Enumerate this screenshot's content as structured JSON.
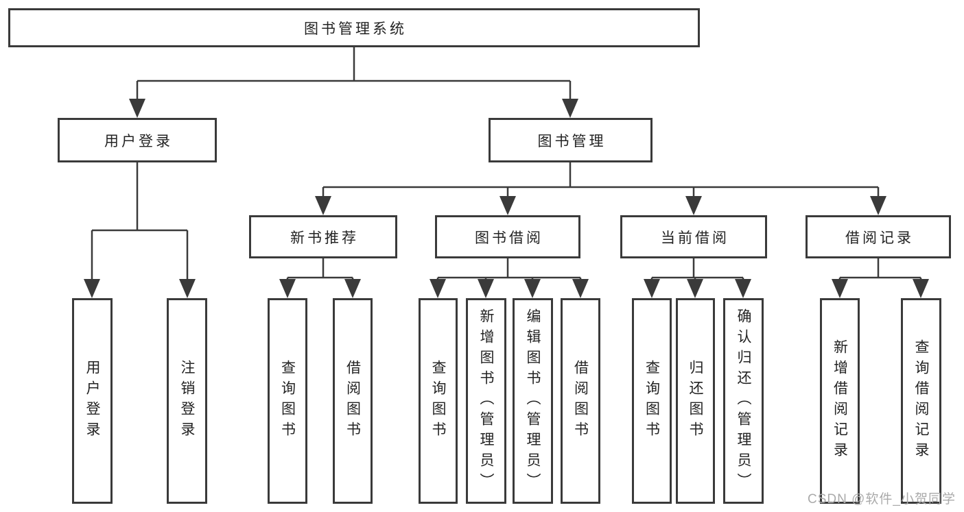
{
  "nodes": {
    "root": "图书管理系统",
    "user_login": "用户登录",
    "book_mgmt": "图书管理",
    "new_books": "新书推荐",
    "book_borrow": "图书借阅",
    "current_borrow": "当前借阅",
    "borrow_records": "借阅记录",
    "leaf_user_login": "用户登录",
    "leaf_logout": "注销登录",
    "leaf_nb_query": "查询图书",
    "leaf_nb_borrow": "借阅图书",
    "leaf_bb_query": "查询图书",
    "leaf_bb_add": "新增图书（管理员）",
    "leaf_bb_edit": "编辑图书（管理员）",
    "leaf_bb_borrow": "借阅图书",
    "leaf_cb_query": "查询图书",
    "leaf_cb_return": "归还图书",
    "leaf_cb_confirm": "确认归还（管理员）",
    "leaf_br_add": "新增借阅记录",
    "leaf_br_query": "查询借阅记录"
  },
  "watermark": "CSDN @软件_小贺同学",
  "colors": {
    "line": "#3a3a3a",
    "text": "#232323",
    "watermark": "#aaaaaa",
    "box_fill": "#ffffff"
  }
}
